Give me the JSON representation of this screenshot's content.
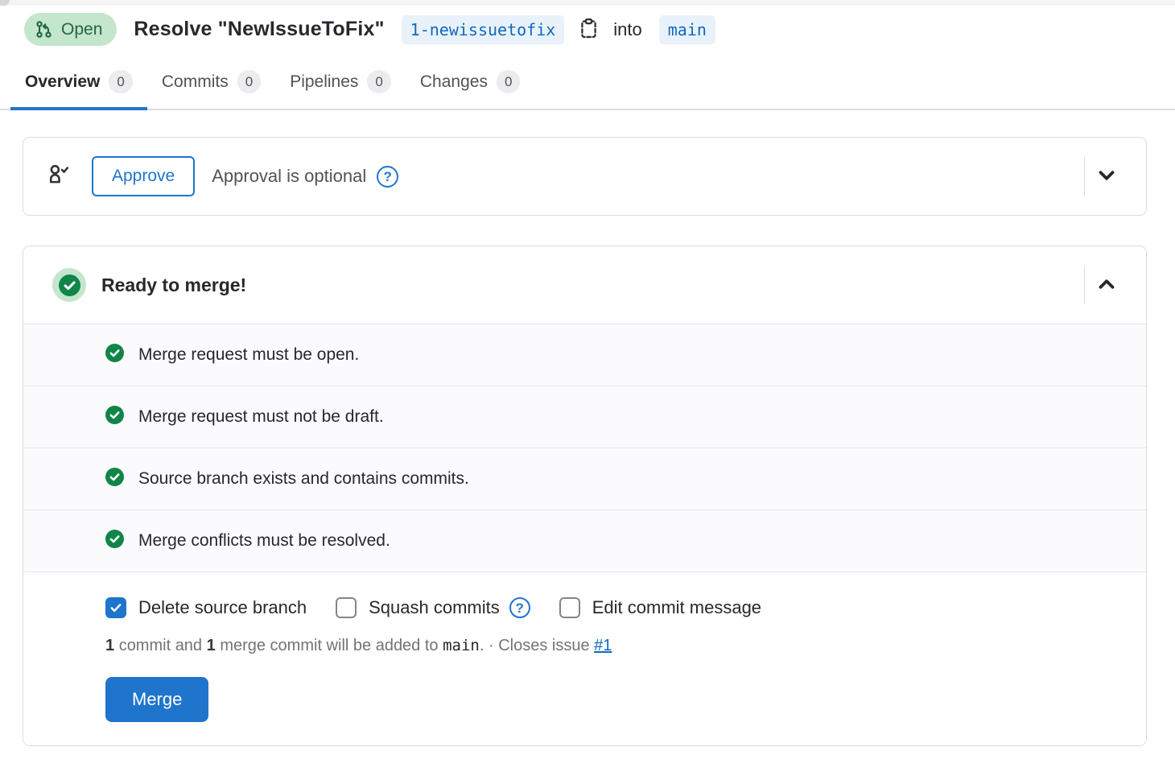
{
  "header": {
    "status_badge": "Open",
    "title": "Resolve \"NewIssueToFix\"",
    "source_branch": "1-newissuetofix",
    "into_label": "into",
    "target_branch": "main"
  },
  "tabs": [
    {
      "label": "Overview",
      "count": "0",
      "active": true
    },
    {
      "label": "Commits",
      "count": "0",
      "active": false
    },
    {
      "label": "Pipelines",
      "count": "0",
      "active": false
    },
    {
      "label": "Changes",
      "count": "0",
      "active": false
    }
  ],
  "approval": {
    "approve_button": "Approve",
    "note": "Approval is optional",
    "help_glyph": "?"
  },
  "merge_widget": {
    "title": "Ready to merge!",
    "checks": [
      "Merge request must be open.",
      "Merge request must not be draft.",
      "Source branch exists and contains commits.",
      "Merge conflicts must be resolved."
    ],
    "options": [
      {
        "label": "Delete source branch",
        "checked": true,
        "has_help": false
      },
      {
        "label": "Squash commits",
        "checked": false,
        "has_help": true
      },
      {
        "label": "Edit commit message",
        "checked": false,
        "has_help": false
      }
    ],
    "help_glyph": "?",
    "summary": {
      "count1": "1",
      "part1": "commit and",
      "count2": "1",
      "part2": "merge commit will be added to",
      "branch": "main",
      "part3": ". · Closes issue ",
      "issue_link": "#1"
    },
    "merge_button": "Merge"
  },
  "colors": {
    "accent_blue": "#1f75cb",
    "link_blue": "#1068bf",
    "success_green": "#108548",
    "success_bg": "#c3e6cd",
    "badge_blue_bg": "#e9f2fb"
  }
}
